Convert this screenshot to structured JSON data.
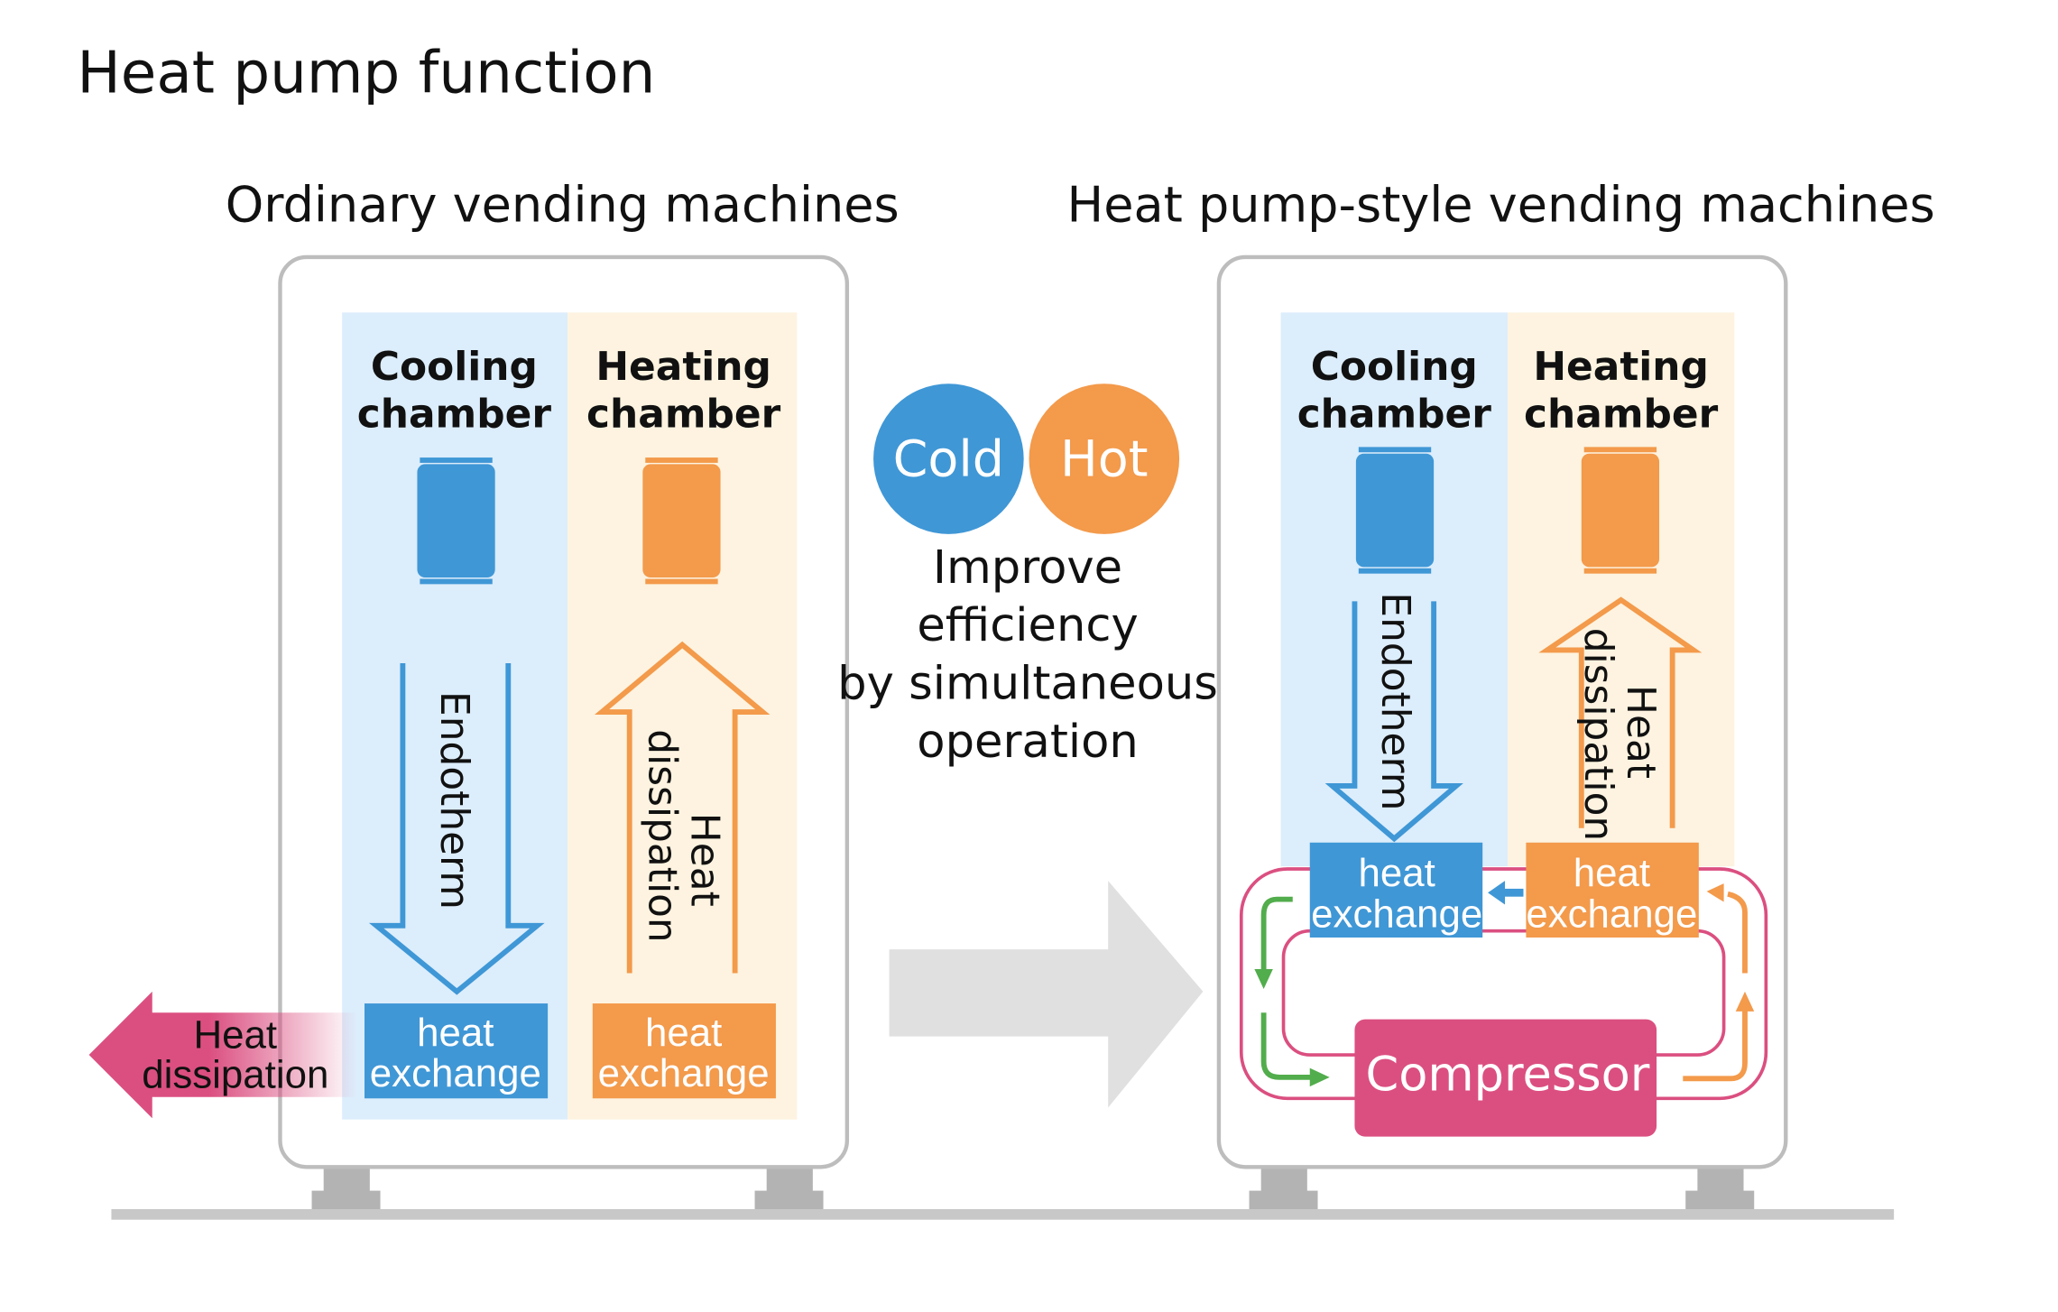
{
  "title": "Heat pump function",
  "left": {
    "subtitle": "Ordinary vending machines",
    "cooling": [
      "Cooling",
      "chamber"
    ],
    "heating": [
      "Heating",
      "chamber"
    ],
    "endotherm": "Endotherm",
    "heat_dissipation": [
      "Heat",
      "dissipation"
    ],
    "hx_cool": [
      "heat",
      "exchange"
    ],
    "hx_heat": [
      "heat",
      "exchange"
    ],
    "outside": [
      "Heat",
      "dissipation"
    ]
  },
  "middle": {
    "cold": "Cold",
    "hot": "Hot",
    "text": [
      "Improve",
      "efficiency",
      "by simultaneous",
      "operation"
    ]
  },
  "right": {
    "subtitle": "Heat pump-style vending machines",
    "cooling": [
      "Cooling",
      "chamber"
    ],
    "heating": [
      "Heating",
      "chamber"
    ],
    "endotherm": "Endotherm",
    "heat_dissipation": [
      "Heat",
      "dissipation"
    ],
    "hx_cool": [
      "heat",
      "exchange"
    ],
    "hx_heat": [
      "heat",
      "exchange"
    ],
    "compressor": "Compressor"
  },
  "colors": {
    "blue": "#3f97d6",
    "orange": "#f39a4b",
    "pink": "#db4f80",
    "green": "#52ad4c",
    "cool_bg": "#dcedfb",
    "heat_bg": "#fdf3e0"
  }
}
